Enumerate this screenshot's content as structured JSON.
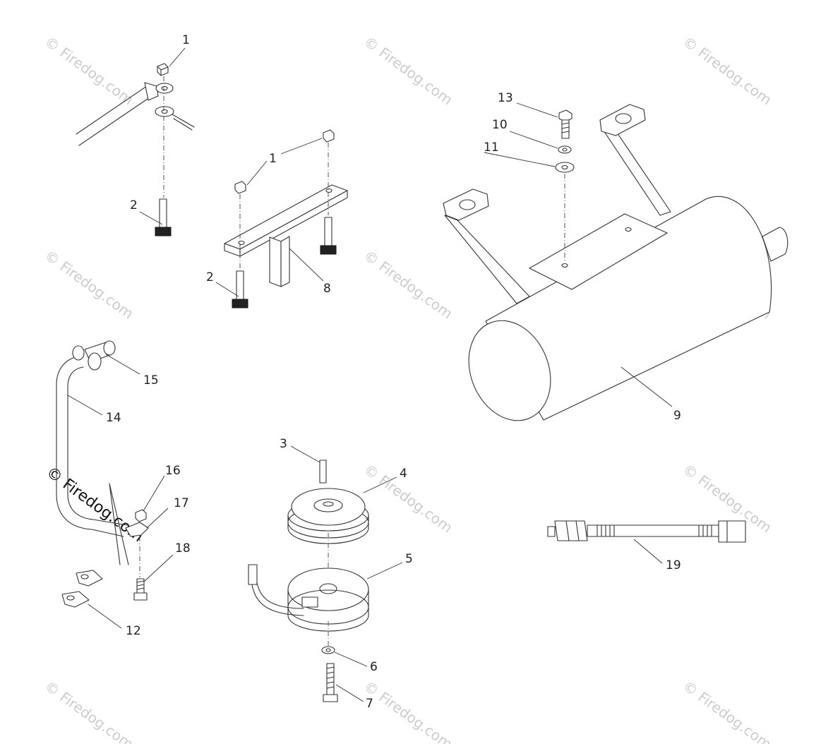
{
  "watermark": {
    "text": "© Firedog.com"
  },
  "callouts": {
    "c1a": "1",
    "c1b": "1",
    "c2a": "2",
    "c2b": "2",
    "c3": "3",
    "c4": "4",
    "c5": "5",
    "c6": "6",
    "c7": "7",
    "c8": "8",
    "c9": "9",
    "c10": "10",
    "c11": "11",
    "c12": "12",
    "c13": "13",
    "c14": "14",
    "c15": "15",
    "c16": "16",
    "c17": "17",
    "c18": "18",
    "c19": "19"
  }
}
